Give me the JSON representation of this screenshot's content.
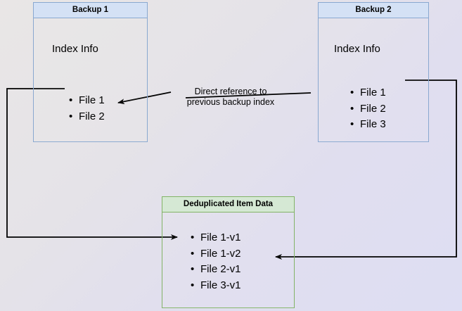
{
  "diagram": {
    "type": "backup-deduplication-diagram",
    "background_gradient_from": "#e9e6e6",
    "background_gradient_to": "#dedef3",
    "nodes": [
      {
        "id": "backup-1",
        "title": "Backup 1",
        "subtitle": "Index Info",
        "accent_color": "#89a8d0",
        "header_fill": "#d4e1f5",
        "items": [
          "File 1",
          "File 2"
        ]
      },
      {
        "id": "backup-2",
        "title": "Backup 2",
        "subtitle": "Index Info",
        "accent_color": "#89a8d0",
        "header_fill": "#d4e1f5",
        "items": [
          "File 1",
          "File 2",
          "File 3"
        ]
      },
      {
        "id": "deduplicated-item-data",
        "title": "Deduplicated Item Data",
        "accent_color": "#82b366",
        "header_fill": "#d5e8d4",
        "items": [
          "File 1-v1",
          "File 1-v2",
          "File 2-v1",
          "File 3-v1"
        ]
      }
    ],
    "edge_label": {
      "line1": "Direct reference to",
      "line2": "previous backup index"
    },
    "edge_color": "#000000"
  }
}
